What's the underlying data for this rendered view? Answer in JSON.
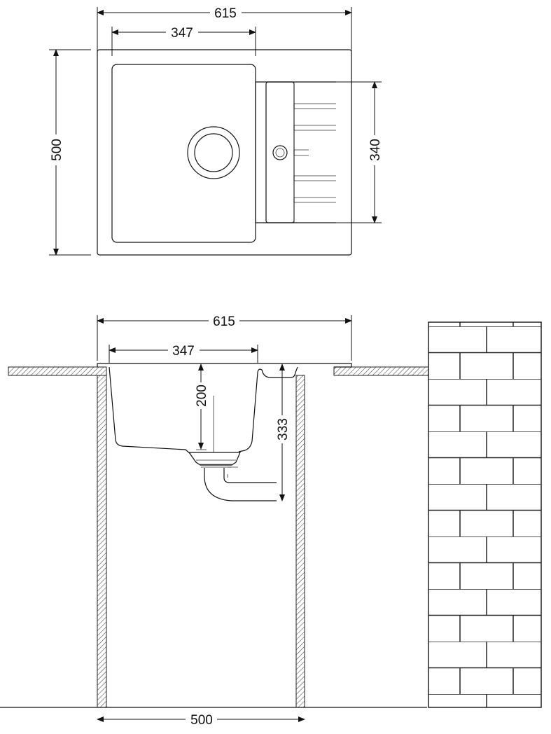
{
  "top_view": {
    "overall_width": "615",
    "bowl_width": "347",
    "overall_depth": "500",
    "drainer_depth": "340"
  },
  "side_view": {
    "overall_width": "615",
    "bowl_width": "347",
    "bowl_depth": "200",
    "drain_depth": "333",
    "cabinet_width": "500"
  }
}
